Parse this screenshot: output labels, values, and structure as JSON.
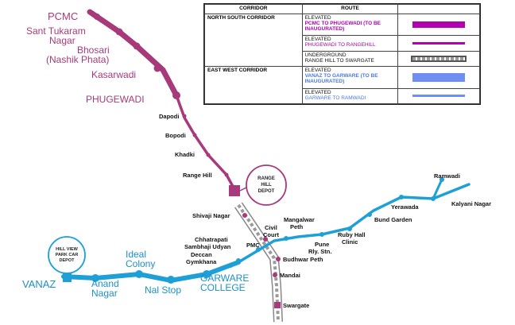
{
  "legend": {
    "headers": [
      "CORRIDOR",
      "ROUTE"
    ],
    "north_south": {
      "corridor": "NORTH SOUTH CORRIDOR",
      "rows": [
        {
          "type": "ELEVATED",
          "route": "PCMC TO PHUGEWADI (TO BE INAUGURATED)",
          "color": "#b000b0",
          "style": "thick"
        },
        {
          "type": "ELEVATED",
          "route": "PHUGEWADI TO RANGEHILL",
          "color": "#b000b0",
          "style": "thin"
        },
        {
          "type": "UNDERGROUND",
          "route": "RANGE HILL TO SWARGATE",
          "color": "#555555",
          "style": "dashed"
        }
      ]
    },
    "east_west": {
      "corridor": "EAST WEST CORRIDOR",
      "rows": [
        {
          "type": "ELEVATED",
          "route": "VANAZ TO GARWARE (TO BE INAUGURATED)",
          "color": "#6f8ef2",
          "style": "thick"
        },
        {
          "type": "ELEVATED",
          "route": "GARWARE TO RAMWADI",
          "color": "#6f8ef2",
          "style": "thin"
        }
      ]
    }
  },
  "colors": {
    "purple_line": "#a73a7a",
    "purple_text": "#a73a7a",
    "blue_line": "#1ea0d6",
    "blue_text": "#1e90c8",
    "underground": "#9a9a9a"
  },
  "stations": {
    "pcmc": "PCMC",
    "sant_tukaram_1": "Sant Tukaram",
    "sant_tukaram_2": "Nagar",
    "bhosari_1": "Bhosari",
    "bhosari_2": "(Nashik Phata)",
    "kasarwadi": "Kasarwadi",
    "phugewadi": "PHUGEWADI",
    "dapodi": "Dapodi",
    "bopodi": "Bopodi",
    "khadki": "Khadki",
    "range_hill": "Range Hill",
    "shivaji_nagar": "Shivaji Nagar",
    "civil_court_1": "Civil",
    "civil_court_2": "Court",
    "mangalwar_1": "Mangalwar",
    "mangalwar_2": "Peth",
    "pune_rly_1": "Pune",
    "pune_rly_2": "Rly. Stn.",
    "ruby_hall_1": "Ruby Hall",
    "ruby_hall_2": "Clinic",
    "bund_garden": "Bund Garden",
    "yerawada": "Yerawada",
    "kalyani_nagar": "Kalyani Nagar",
    "ramwadi": "Ramwadi",
    "pmc": "PMC",
    "budhwar_peth": "Budhwar Peth",
    "mandai": "Mandai",
    "swargate": "Swargate",
    "chhatrapati_1": "Chhatrapati",
    "chhatrapati_2": "Sambhaji Udyan",
    "deccan_1": "Deccan",
    "deccan_2": "Gymkhana",
    "garware_1": "GARWARE",
    "garware_2": "COLLEGE",
    "ideal_1": "Ideal",
    "ideal_2": "Colony",
    "nal_stop": "Nal Stop",
    "anand_1": "Anand",
    "anand_2": "Nagar",
    "vanaz": "VANAZ"
  },
  "depots": {
    "range_hill_1": "RANGE",
    "range_hill_2": "HILL",
    "range_hill_3": "DEPOT",
    "hill_view_1": "HILL VIEW",
    "hill_view_2": "PARK CAR",
    "hill_view_3": "DEPOT"
  }
}
